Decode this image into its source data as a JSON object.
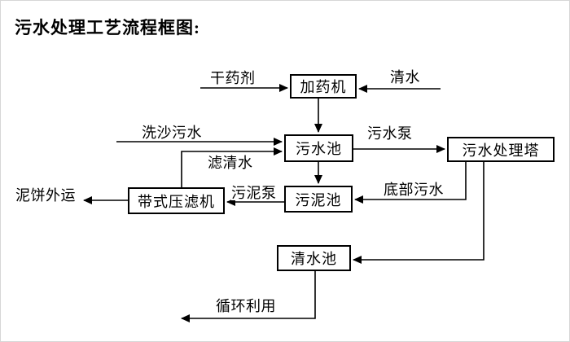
{
  "title": "污水处理工艺流程框图:",
  "diagram": {
    "nodes": {
      "dosing_machine": "加药机",
      "sewage_pool": "污水池",
      "treatment_tower": "污水处理塔",
      "sludge_pool": "污泥池",
      "belt_filter_press": "带式压滤机",
      "clean_water_pool": "清水池"
    },
    "flow_labels": {
      "dry_chemical": "干药剂",
      "clean_water": "清水",
      "sand_washing_sewage": "洗沙污水",
      "sewage_pump": "污水泵",
      "filtered_water": "滤清水",
      "sludge_pump": "污泥泵",
      "bottom_sewage": "底部污水",
      "mud_cake_transport": "泥饼外运",
      "recycling": "循环利用"
    },
    "colors": {
      "line": "#000000",
      "background": "#ffffff",
      "text": "#000000"
    }
  }
}
